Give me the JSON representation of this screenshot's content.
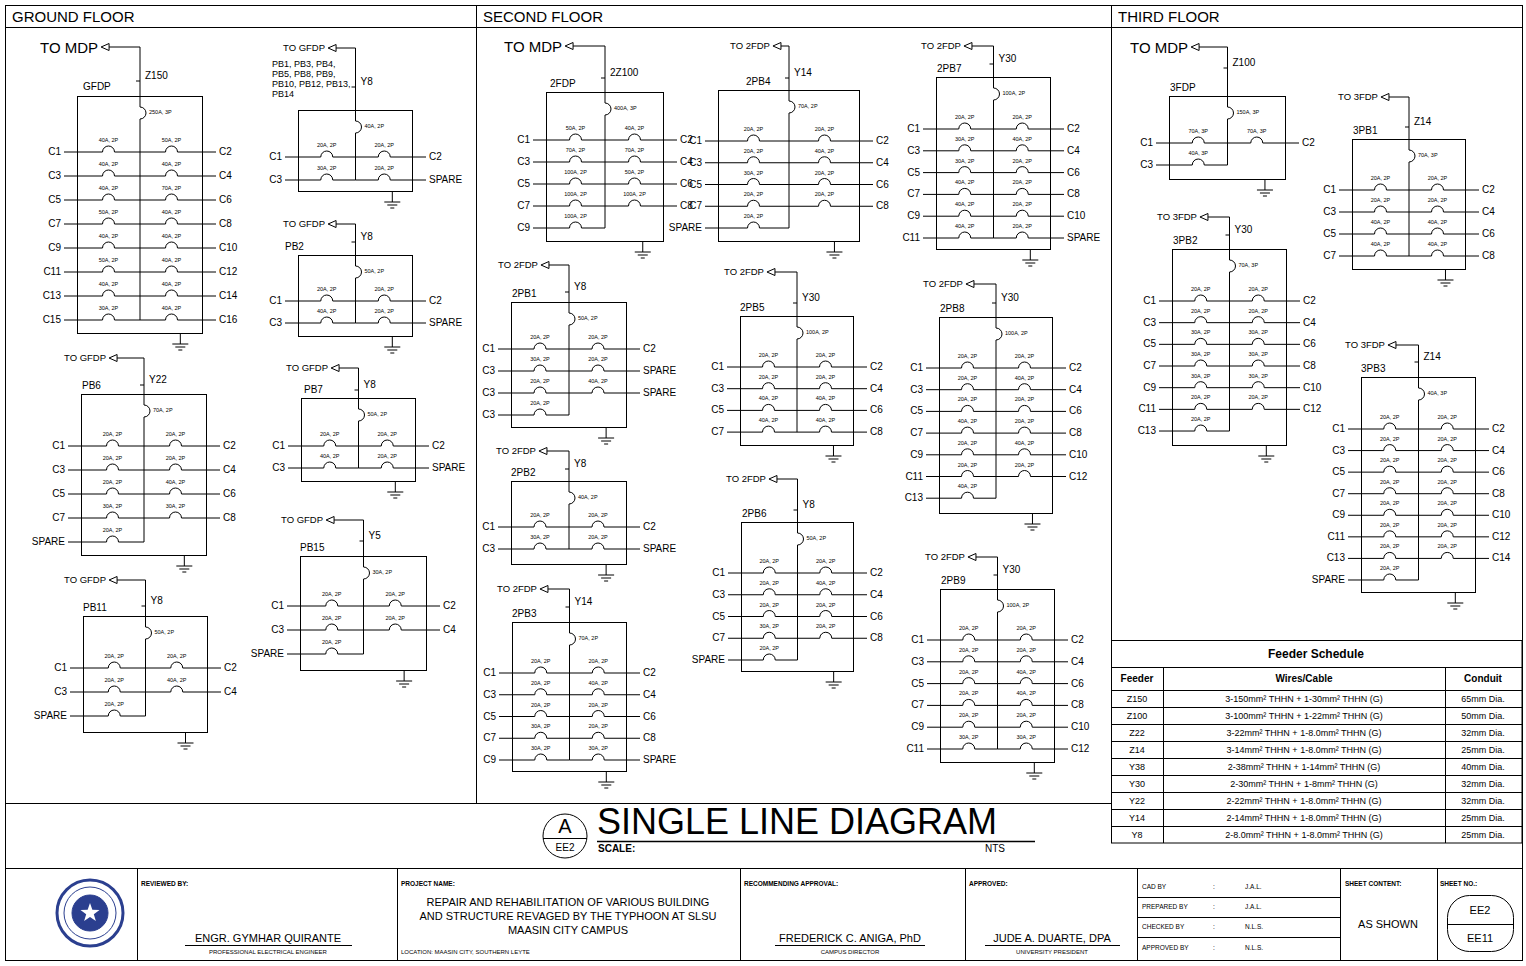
{
  "diagram": {
    "title": "SINGLE LINE DIAGRAM",
    "nodes": [
      {
        "text": [
          "GROUND FLOOR"
        ]
      },
      {
        "text": [
          "SECOND FLOOR"
        ]
      },
      {
        "text": [
          "THIRD FLOOR"
        ]
      },
      {
        "text": [
          "TO MDP",
          "Z150",
          "GFDP",
          "250A, 3P",
          "C1",
          "40A, 2P",
          "C3",
          "40A, 2P",
          "C5",
          "40A, 2P",
          "C7",
          "50A, 2P",
          "C9",
          "40A, 2P",
          "C11",
          "50A, 2P",
          "C13",
          "40A, 2P",
          "C15",
          "30A, 2P",
          "C2",
          "50A, 2P",
          "C4",
          "40A, 2P",
          "C6",
          "70A, 2P",
          "C8",
          "40A, 2P",
          "C10",
          "40A, 2P",
          "C12",
          "40A, 2P",
          "C14",
          "40A, 2P",
          "C16",
          "40A, 2P"
        ],
        "in": 0
      },
      {
        "text": [
          "TO GFDP",
          "Y8",
          "PB1, PB3, PB4, PB5, PB8, PB9, PB10, PB12, PB13, PB14",
          "40A, 2P",
          "C1",
          "20A, 2P",
          "C3",
          "30A, 2P",
          "C2",
          "20A, 2P",
          "SPARE",
          "20A, 2P"
        ],
        "in": 0
      },
      {
        "text": [
          "TO GFDP",
          "Y8",
          "PB2",
          "50A, 2P",
          "C1",
          "20A, 2P",
          "C3",
          "40A, 2P",
          "C2",
          "20A, 2P",
          "SPARE",
          "20A, 2P"
        ],
        "in": 0
      },
      {
        "text": [
          "TO GFDP",
          "Y22",
          "PB6",
          "70A, 2P",
          "C1",
          "20A, 2P",
          "C3",
          "20A, 2P",
          "C5",
          "20A, 2P",
          "C7",
          "30A, 2P",
          "SPARE",
          "20A, 2P",
          "C2",
          "20A, 2P",
          "C4",
          "20A, 2P",
          "C6",
          "40A, 2P",
          "C8",
          "30A, 2P"
        ],
        "in": 0
      },
      {
        "text": [
          "TO GFDP",
          "Y8",
          "PB7",
          "50A, 2P",
          "C1",
          "20A, 2P",
          "C3",
          "40A, 2P",
          "C2",
          "20A, 2P",
          "SPARE",
          "20A, 2P"
        ],
        "in": 0
      },
      {
        "text": [
          "TO GFDP",
          "Y8",
          "PB11",
          "50A, 2P",
          "C1",
          "20A, 2P",
          "C3",
          "20A, 2P",
          "SPARE",
          "20A, 2P",
          "C2",
          "20A, 2P",
          "C4",
          "40A, 2P"
        ],
        "in": 0
      },
      {
        "text": [
          "TO GFDP",
          "Y5",
          "PB15",
          "30A, 2P",
          "C1",
          "20A, 2P",
          "C3",
          "20A, 2P",
          "SPARE",
          "20A, 2P",
          "C2",
          "20A, 2P",
          "C4",
          "20A, 2P"
        ],
        "in": 0
      },
      {
        "text": [
          "TO MDP",
          "2Z100",
          "2FDP",
          "400A, 3P",
          "C1",
          "50A, 2P",
          "C3",
          "70A, 2P",
          "C5",
          "100A, 2P",
          "C7",
          "100A, 2P",
          "C9",
          "100A, 2P",
          "C2",
          "40A, 2P",
          "C4",
          "70A, 2P",
          "C6",
          "50A, 2P",
          "C8",
          "100A, 2P"
        ],
        "in": 1
      },
      {
        "text": [
          "TO 2FDP",
          "Y14",
          "2PB4",
          "70A, 2P",
          "C1",
          "20A, 2P",
          "C3",
          "20A, 2P",
          "C5",
          "30A, 2P",
          "C7",
          "20A, 2P",
          "SPARE",
          "20A, 2P",
          "C2",
          "20A, 2P",
          "C4",
          "40A, 2P",
          "C6",
          "20A, 2P",
          "C8",
          "20A, 2P"
        ],
        "in": 1
      },
      {
        "text": [
          "TO 2FDP",
          "Y30",
          "2PB7",
          "100A, 2P",
          "C1",
          "20A, 2P",
          "C3",
          "30A, 2P",
          "C5",
          "30A, 2P",
          "C7",
          "40A, 2P",
          "C9",
          "40A, 2P",
          "C11",
          "40A, 2P",
          "C2",
          "20A, 2P",
          "C4",
          "40A, 2P",
          "C6",
          "20A, 2P",
          "C8",
          "20A, 2P",
          "C10",
          "20A, 2P",
          "SPARE",
          "20A, 2P"
        ],
        "in": 1
      },
      {
        "text": [
          "TO 2FDP",
          "Y8",
          "2PB1",
          "50A, 2P",
          "C1",
          "20A, 2P",
          "C3",
          "30A, 2P",
          "C3",
          "20A, 2P",
          "C3",
          "20A, 2P",
          "C2",
          "20A, 2P",
          "SPARE",
          "20A, 2P",
          "SPARE",
          "40A, 2P"
        ],
        "in": 1
      },
      {
        "text": [
          "TO 2FDP",
          "Y8",
          "2PB2",
          "40A, 2P",
          "C1",
          "20A, 2P",
          "C3",
          "30A, 2P",
          "C2",
          "20A, 2P",
          "SPARE",
          "20A, 2P"
        ],
        "in": 1
      },
      {
        "text": [
          "TO 2FDP",
          "Y14",
          "2PB3",
          "70A, 2P",
          "C1",
          "20A, 2P",
          "C3",
          "20A, 2P",
          "C5",
          "20A, 2P",
          "C7",
          "30A, 2P",
          "C9",
          "30A, 2P",
          "C2",
          "20A, 2P",
          "C4",
          "40A, 2P",
          "C6",
          "20A, 2P",
          "C8",
          "20A, 2P",
          "SPARE",
          "30A, 2P"
        ],
        "in": 1
      },
      {
        "text": [
          "TO 2FDP",
          "Y30",
          "2PB5",
          "100A, 2P",
          "C1",
          "20A, 2P",
          "C3",
          "20A, 2P",
          "C5",
          "40A, 2P",
          "C7",
          "40A, 2P",
          "C2",
          "20A, 2P",
          "C4",
          "20A, 2P",
          "C6",
          "40A, 2P",
          "C8",
          "40A, 2P"
        ],
        "in": 1
      },
      {
        "text": [
          "TO 2FDP",
          "Y8",
          "2PB6",
          "50A, 2P",
          "C1",
          "20A, 2P",
          "C3",
          "20A, 2P",
          "C5",
          "20A, 2P",
          "C7",
          "30A, 2P",
          "SPARE",
          "20A, 2P",
          "C2",
          "20A, 2P",
          "C4",
          "40A, 2P",
          "C6",
          "20A, 2P",
          "C8",
          "20A, 2P"
        ],
        "in": 1
      },
      {
        "text": [
          "TO 2FDP",
          "Y30",
          "2PB8",
          "100A, 2P",
          "C1",
          "20A, 2P",
          "C3",
          "20A, 2P",
          "C5",
          "20A, 2P",
          "C7",
          "40A, 2P",
          "C9",
          "20A, 2P",
          "C11",
          "20A, 2P",
          "C13",
          "40A, 2P",
          "C2",
          "20A, 2P",
          "C4",
          "40A, 2P",
          "C6",
          "20A, 2P",
          "C8",
          "20A, 2P",
          "C10",
          "40A, 2P",
          "C12",
          "20A, 2P"
        ],
        "in": 1
      },
      {
        "text": [
          "TO 2FDP",
          "Y30",
          "2PB9",
          "100A, 2P",
          "C1",
          "20A, 2P",
          "C3",
          "20A, 2P",
          "C5",
          "20A, 2P",
          "C7",
          "20A, 2P",
          "C9",
          "20A, 2P",
          "C11",
          "30A, 2P",
          "C2",
          "20A, 2P",
          "C4",
          "20A, 2P",
          "C6",
          "40A, 2P",
          "C8",
          "40A, 2P",
          "C10",
          "20A, 2P",
          "C12",
          "30A, 2P"
        ],
        "in": 1
      },
      {
        "text": [
          "TO MDP",
          "Z100",
          "3FDP",
          "150A, 3P",
          "C1",
          "70A, 3P",
          "C3",
          "40A, 3P",
          "C2",
          "70A, 3P"
        ],
        "in": 2
      },
      {
        "text": [
          "TO 3FDP",
          "Z14",
          "3PB1",
          "70A, 3P",
          "C1",
          "20A, 2P",
          "C3",
          "20A, 2P",
          "C5",
          "40A, 2P",
          "C7",
          "40A, 2P",
          "C2",
          "20A, 2P",
          "C4",
          "20A, 2P",
          "C6",
          "40A, 2P",
          "C8",
          "40A, 2P"
        ],
        "in": 2
      },
      {
        "text": [
          "TO 3FDP",
          "Y30",
          "3PB2",
          "70A, 3P",
          "C1",
          "20A, 2P",
          "C3",
          "20A, 2P",
          "C5",
          "30A, 2P",
          "C7",
          "30A, 2P",
          "C9",
          "30A, 2P",
          "C11",
          "20A, 2P",
          "C13",
          "20A, 2P",
          "C2",
          "20A, 2P",
          "C4",
          "20A, 2P",
          "C6",
          "30A, 2P",
          "C8",
          "30A, 2P",
          "C10",
          "30A, 2P",
          "C12",
          "20A, 2P"
        ],
        "in": 2
      },
      {
        "text": [
          "TO 3FDP",
          "Z14",
          "3PB3",
          "40A, 3P",
          "C1",
          "20A, 2P",
          "C3",
          "20A, 2P",
          "C5",
          "20A, 2P",
          "C7",
          "20A, 2P",
          "C9",
          "20A, 2P",
          "C11",
          "20A, 2P",
          "C13",
          "20A, 2P",
          "SPARE",
          "20A, 2P",
          "C2",
          "20A, 2P",
          "C4",
          "20A, 2P",
          "C6",
          "20A, 2P",
          "C8",
          "20A, 2P",
          "C10",
          "20A, 2P",
          "C12",
          "20A, 2P",
          "C14",
          "20A, 2P"
        ],
        "in": 2
      }
    ],
    "labels": [
      "A",
      "EE2",
      "SCALE:",
      "NTS",
      "Feeder Schedule",
      "Feeder",
      "Wires/Cable",
      "Conduit",
      "Z150",
      "3-150mm² THHN + 1-30mm² THHN (G)",
      "65mm Dia.",
      "Z100",
      "3-100mm² THHN + 1-22mm² THHN (G)",
      "50mm Dia.",
      "Z22",
      "3-22mm² THHN + 1-8.0mm² THHN (G)",
      "32mm Dia.",
      "Z14",
      "3-14mm² THHN + 1-8.0mm² THHN (G)",
      "25mm Dia.",
      "Y38",
      "2-38mm² THHN + 1-14mm² THHN (G)",
      "40mm Dia.",
      "Y30",
      "2-30mm² THHN + 1-8mm² THHN (G)",
      "32mm Dia.",
      "Y22",
      "2-22mm² THHN + 1-8.0mm² THHN (G)",
      "32mm Dia.",
      "Y14",
      "2-14mm² THHN + 1-8.0mm² THHN (G)",
      "25mm Dia.",
      "Y8",
      "2-8.0mm² THHN + 1-8.0mm² THHN (G)",
      "25mm Dia.",
      "REVIEWED BY:",
      "ENGR. GYMHAR QUIRANTE",
      "PROFESSIONAL ELECTRICAL ENGINEER",
      "PROJECT NAME:",
      "REPAIR AND REHABILITATION OF VARIOUS BUILDING AND STRUCTURE REVAGED BY THE TYPHOON AT SLSU MAASIN CITY CAMPUS",
      "LOCATION: MAASIN CITY, SOUTHERN LEYTE",
      "RECOMMENDING APPROVAL:",
      "FREDERICK C. ANIGA, PhD",
      "CAMPUS DIRECTOR",
      "APPROVED:",
      "JUDE A. DUARTE, DPA",
      "UNIVERSITY PRESIDENT",
      "CAD BY",
      ":",
      "J.A.L.",
      "PREPARED BY",
      ":",
      "J.A.L.",
      "CHECKED BY",
      ":",
      "N.L.S.",
      "APPROVED BY",
      ":",
      "N.L.S.",
      "SHEET CONTENT:",
      "AS SHOWN",
      "SHEET NO.:",
      "EE2",
      "EE11"
    ]
  }
}
